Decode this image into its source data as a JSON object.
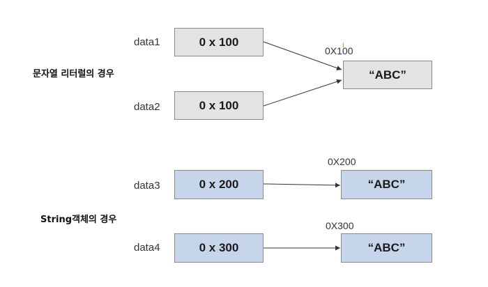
{
  "section_literal": "문자열 리터럴의 경우",
  "section_object": "String객체의 경우",
  "variables": [
    {
      "name": "data1",
      "value": "0 x 100"
    },
    {
      "name": "data2",
      "value": "0 x 100"
    },
    {
      "name": "data3",
      "value": "0 x 200"
    },
    {
      "name": "data4",
      "value": "0 x 300"
    }
  ],
  "objects": [
    {
      "address": "0X100",
      "value": "“ABC”"
    },
    {
      "address": "0X200",
      "value": "“ABC”"
    },
    {
      "address": "0X300",
      "value": "“ABC”"
    }
  ],
  "colors": {
    "literal_box": "#e3e3e3",
    "object_box": "#c7d5ea",
    "border": "#8a8a8a"
  }
}
